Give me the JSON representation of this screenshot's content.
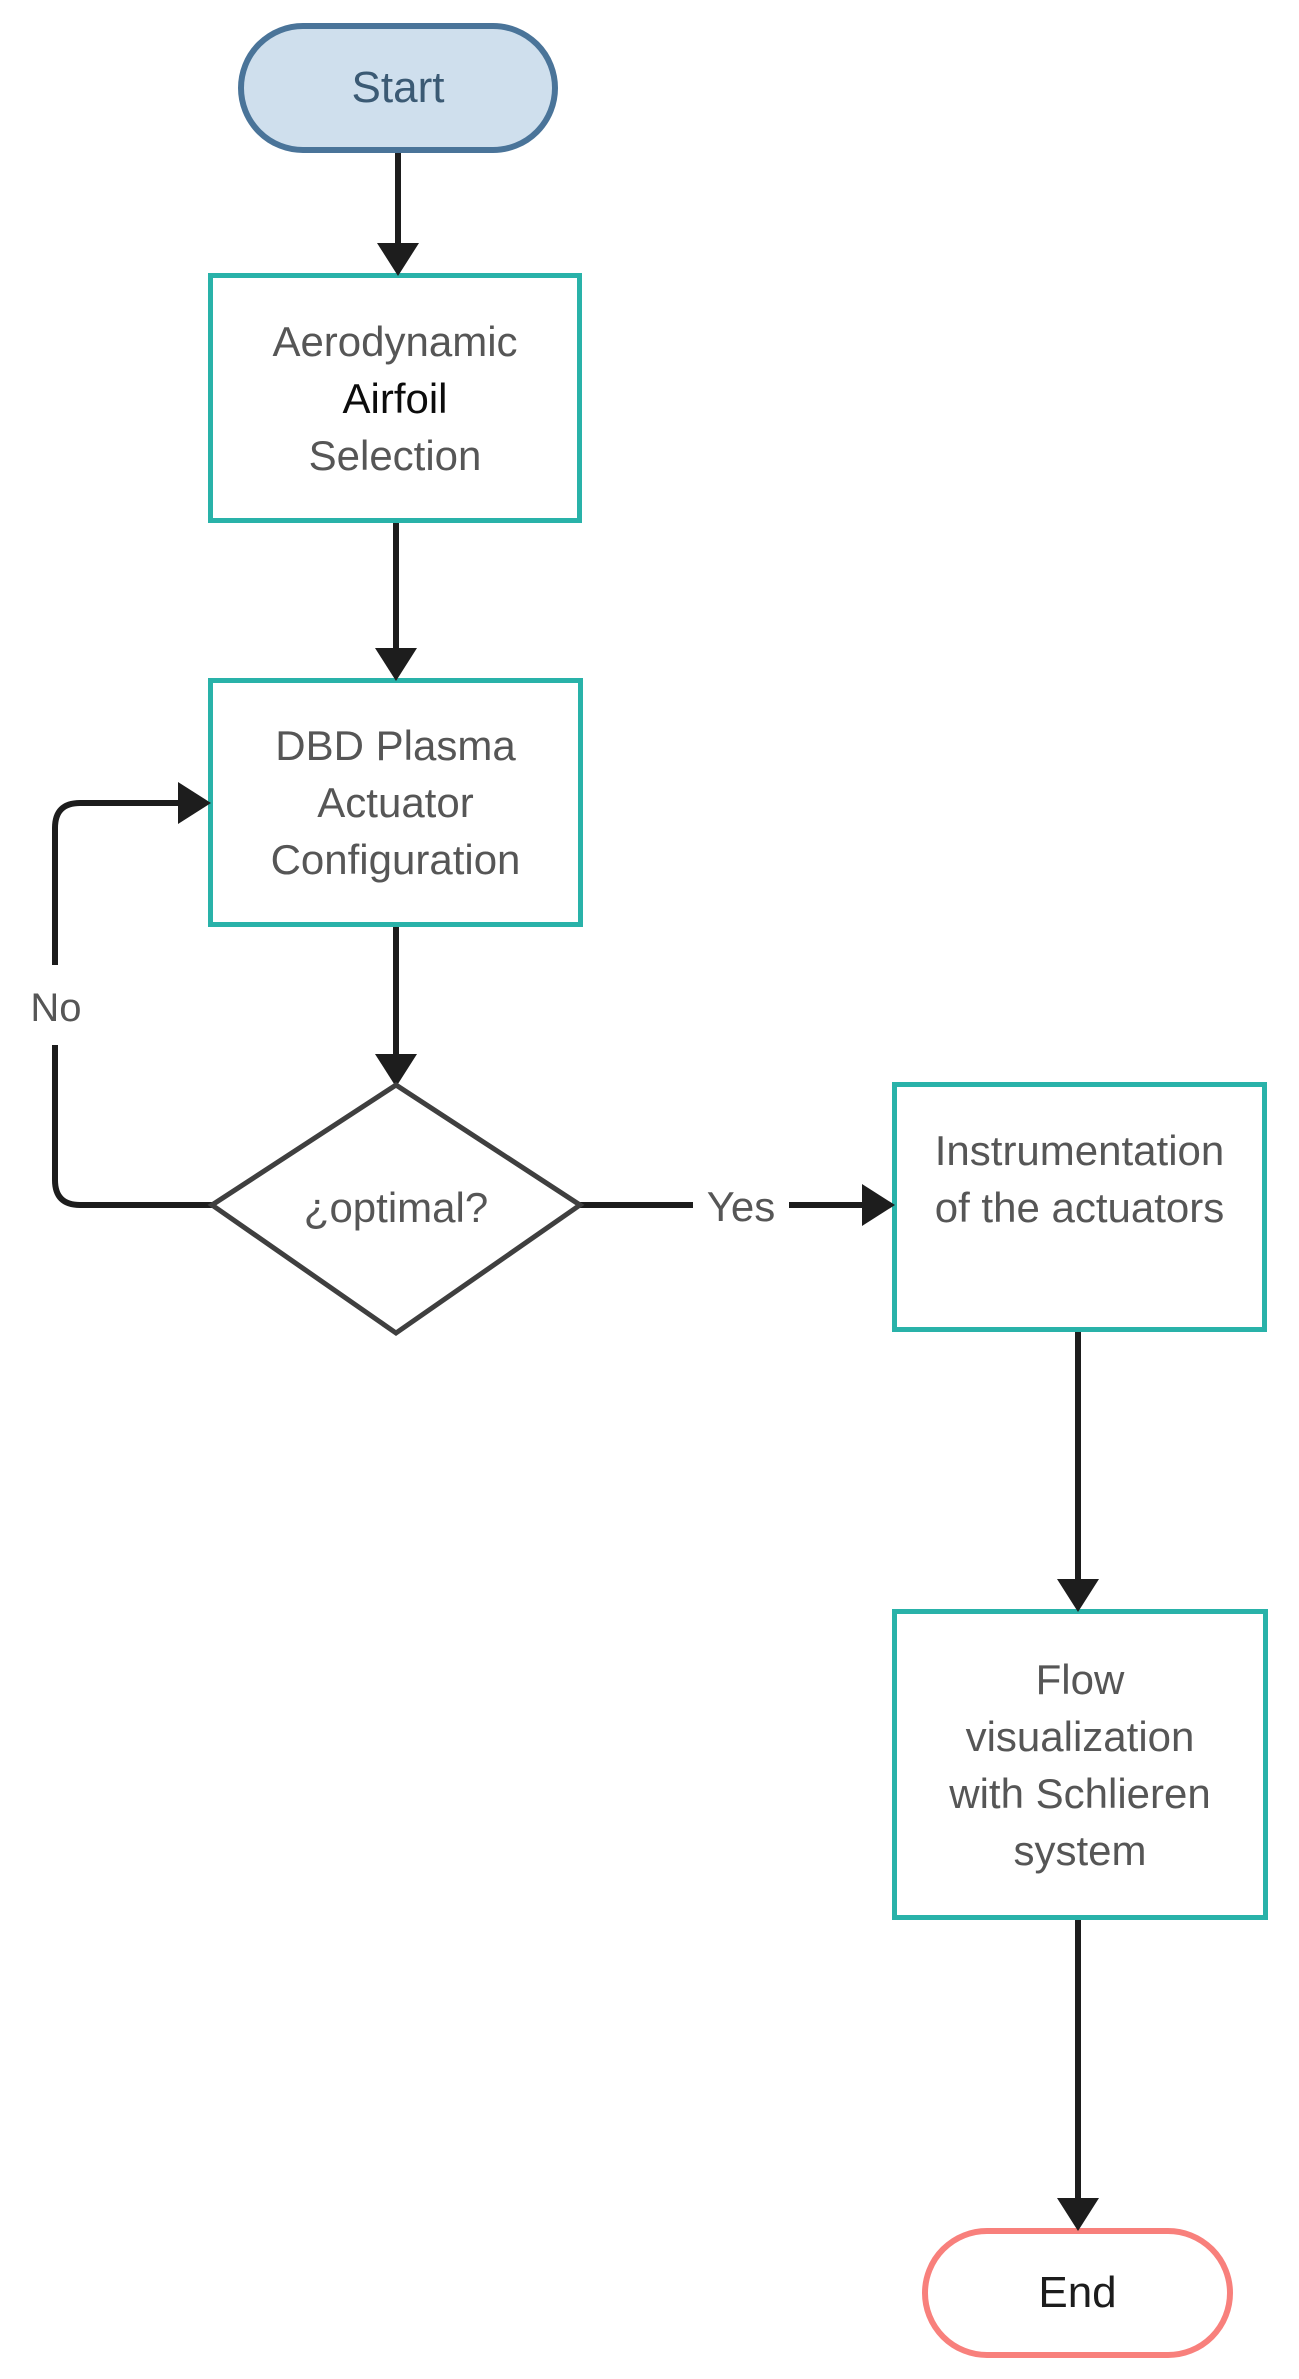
{
  "diagram_type": "flowchart",
  "nodes": {
    "start": {
      "label": "Start",
      "shape": "terminator"
    },
    "airfoil_selection": {
      "shape": "process",
      "lines": [
        "Aerodynamic",
        "Airfoil",
        "Selection"
      ]
    },
    "dbd_configuration": {
      "shape": "process",
      "lines": [
        "DBD Plasma",
        "Actuator",
        "Configuration"
      ]
    },
    "optimal_decision": {
      "label": "¿optimal?",
      "shape": "decision"
    },
    "instrumentation": {
      "shape": "process",
      "lines": [
        "Instrumentation",
        "of the actuators"
      ]
    },
    "flow_visualization": {
      "shape": "process",
      "lines": [
        "Flow",
        "visualization",
        "with Schlieren",
        "system"
      ]
    },
    "end": {
      "label": "End",
      "shape": "terminator"
    }
  },
  "edge_labels": {
    "no": "No",
    "yes": "Yes"
  },
  "colors": {
    "process_border": "#29b2a9",
    "start_fill": "#cfdfed",
    "start_border": "#4a7499",
    "start_text": "#3b5a74",
    "end_border": "#f8807c",
    "decision_border": "#3f3f3f",
    "connector": "#1d1d1d",
    "text_gray": "#565656",
    "text_black": "#0c0c0c"
  }
}
